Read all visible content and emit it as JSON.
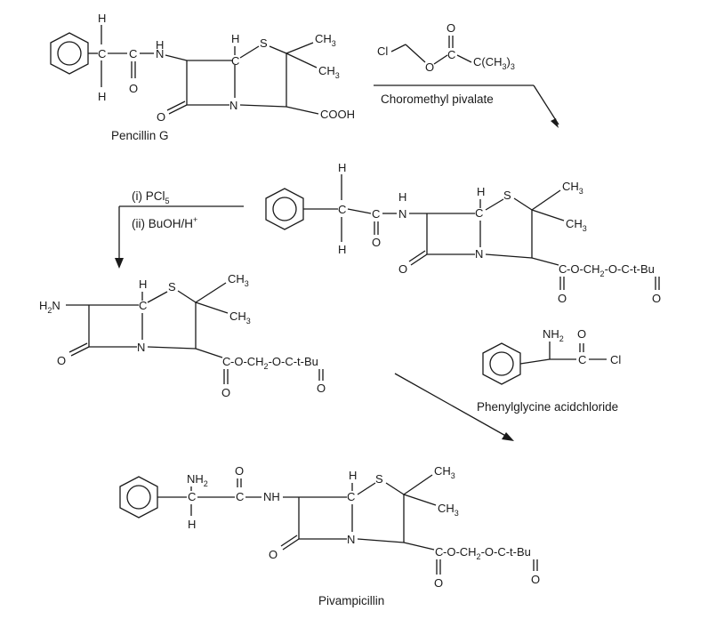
{
  "labels": {
    "penicillin_g": "Pencillin G",
    "reagent_step1": "Choromethyl pivalate",
    "reagent_step2_i": "(i) PCl",
    "reagent_step2_i_sub": "5",
    "reagent_step2_ii": "(ii) BuOH/H",
    "reagent_step2_ii_sup": "+",
    "phenylglycine": "Phenylglycine acidchloride",
    "pivampicillin": "Pivampicillin"
  },
  "atoms": {
    "H": "H",
    "C": "C",
    "O": "O",
    "N": "N",
    "S": "S",
    "Cl": "Cl",
    "NH": "NH",
    "CH": "CH",
    "NH2": "NH",
    "H2N": "H",
    "H2N_N": "N",
    "CH3": "CH",
    "sub3": "3",
    "sub2": "2",
    "COOH": "COOH",
    "ester_mid": "-O-CH",
    "ester_tail": "-O-C-t-Bu",
    "ester_tail_b": "-O-C-t-Bu",
    "tBu": "C(CH",
    "tBu_close": ")",
    "sub3b": "3"
  }
}
